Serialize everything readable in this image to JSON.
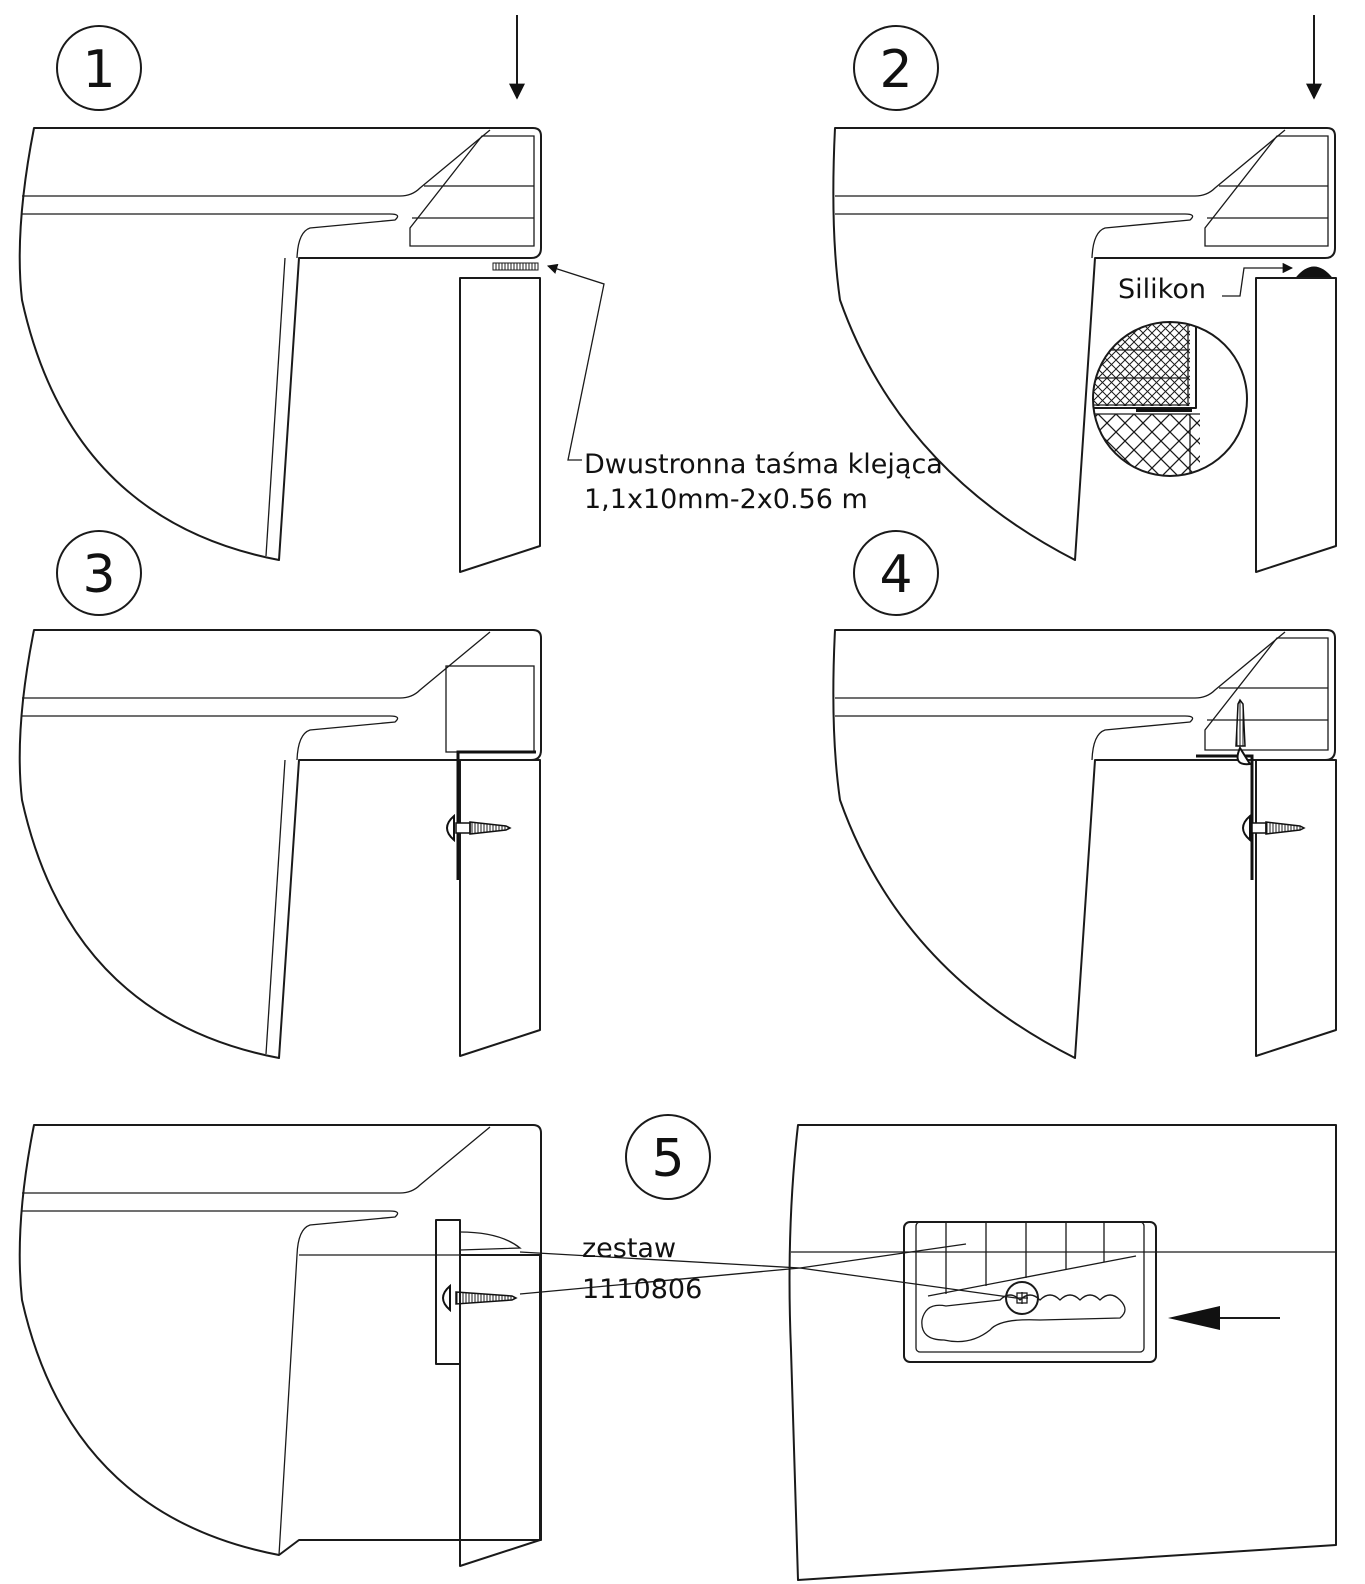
{
  "steps": [
    "1",
    "2",
    "3",
    "4",
    "5"
  ],
  "labels": {
    "tape_line1": "Dwustronna taśma klejąca",
    "tape_line2": "1,1x10mm-2x0.56 m",
    "silicone": "Silikon",
    "kit_line1": "zestaw",
    "kit_line2": "1110806"
  }
}
